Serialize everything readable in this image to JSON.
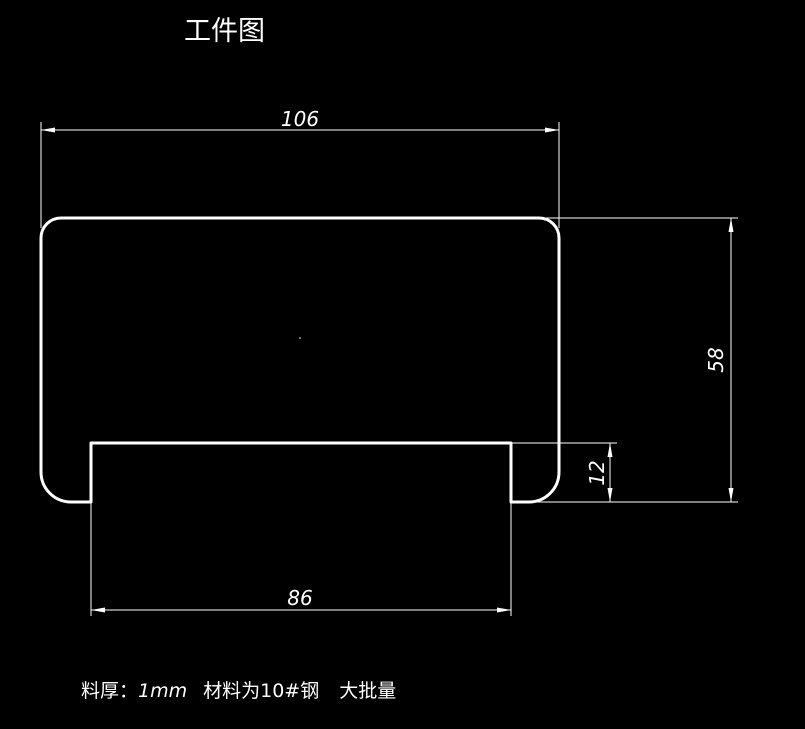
{
  "title": "工件图",
  "dimensions": {
    "top_width": "106",
    "height": "58",
    "flange_height": "12",
    "bottom_width": "86"
  },
  "note": {
    "thickness_label": "料厚：",
    "thickness_value": "1mm",
    "material": "材料为10#钢",
    "batch": "大批量"
  },
  "colors": {
    "background": "#000000",
    "outline": "#ffffff",
    "dimension_lines": "#ffffff"
  }
}
